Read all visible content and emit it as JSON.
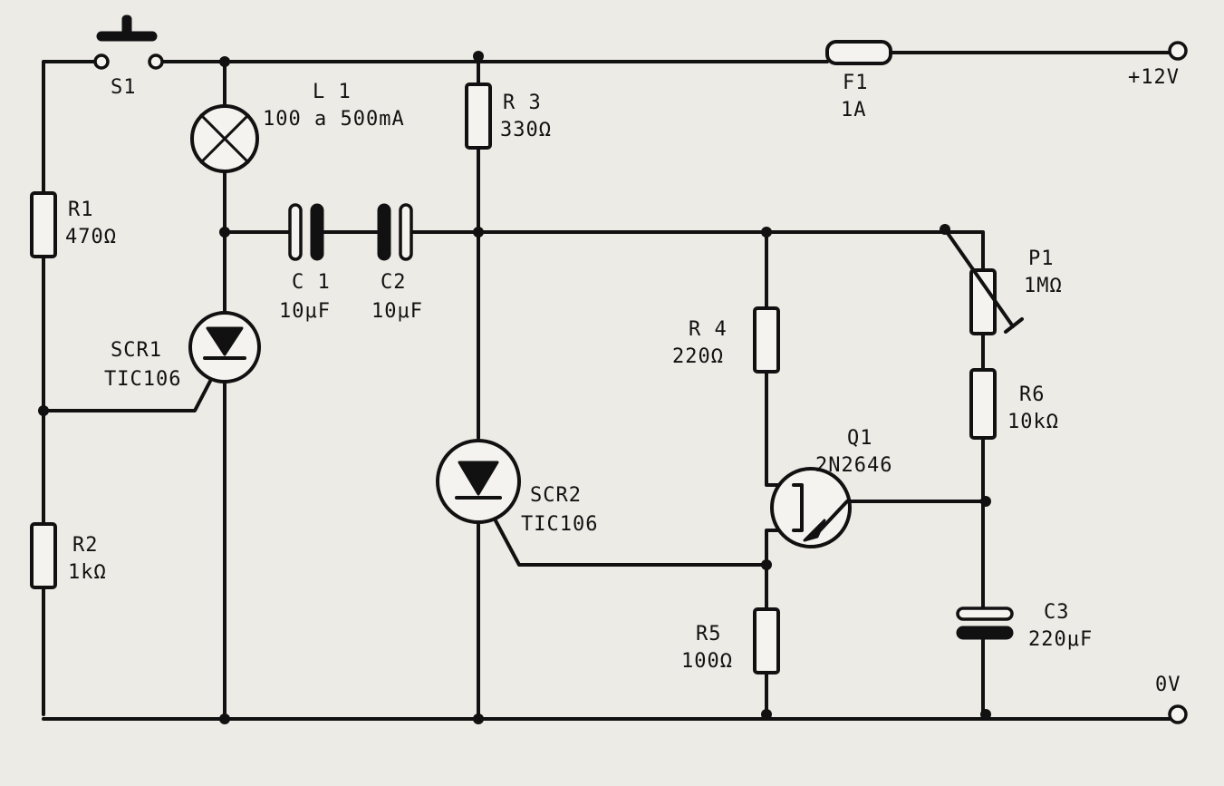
{
  "components": {
    "s1": {
      "ref": "S1"
    },
    "l1": {
      "ref": "L 1",
      "value": "100 a 500mA"
    },
    "r1": {
      "ref": "R1",
      "value": "470Ω"
    },
    "r2": {
      "ref": "R2",
      "value": "1kΩ"
    },
    "r3": {
      "ref": "R 3",
      "value": "330Ω"
    },
    "r4": {
      "ref": "R 4",
      "value": "220Ω"
    },
    "r5": {
      "ref": "R5",
      "value": "100Ω"
    },
    "r6": {
      "ref": "R6",
      "value": "10kΩ"
    },
    "c1": {
      "ref": "C 1",
      "value": "10μF"
    },
    "c2": {
      "ref": "C2",
      "value": "10μF"
    },
    "c3": {
      "ref": "C3",
      "value": "220μF"
    },
    "f1": {
      "ref": "F1",
      "value": "1A"
    },
    "p1": {
      "ref": "P1",
      "value": "1MΩ"
    },
    "scr1": {
      "ref": "SCR1",
      "value": "TIC106"
    },
    "scr2": {
      "ref": "SCR2",
      "value": "TIC106"
    },
    "q1": {
      "ref": "Q1",
      "value": "2N2646"
    }
  },
  "terminals": {
    "positive": "+12V",
    "ground": "0V"
  }
}
